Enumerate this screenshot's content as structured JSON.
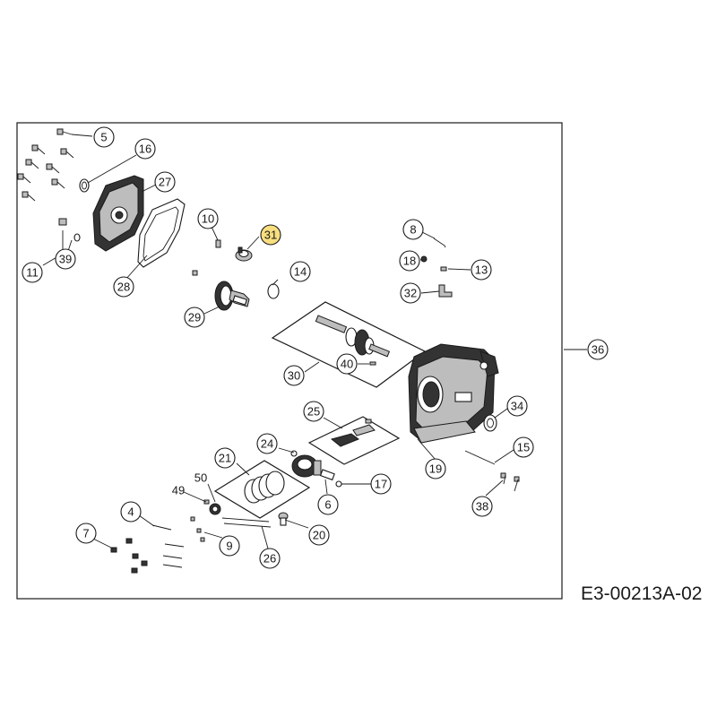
{
  "diagram_code": "E3-00213A-02",
  "highlight_color": "#f8de7e",
  "highlighted_callout": "31",
  "callouts": {
    "c4": "4",
    "c5": "5",
    "c6": "6",
    "c7": "7",
    "c8": "8",
    "c9": "9",
    "c10": "10",
    "c11": "11",
    "c13": "13",
    "c14": "14",
    "c15": "15",
    "c16": "16",
    "c17": "17",
    "c18": "18",
    "c19": "19",
    "c20": "20",
    "c21": "21",
    "c24": "24",
    "c25": "25",
    "c26": "26",
    "c27": "27",
    "c28": "28",
    "c29": "29",
    "c30": "30",
    "c31": "31",
    "c32": "32",
    "c34": "34",
    "c36": "36",
    "c38": "38",
    "c39": "39",
    "c40": "40",
    "c49": "49",
    "c50": "50"
  }
}
